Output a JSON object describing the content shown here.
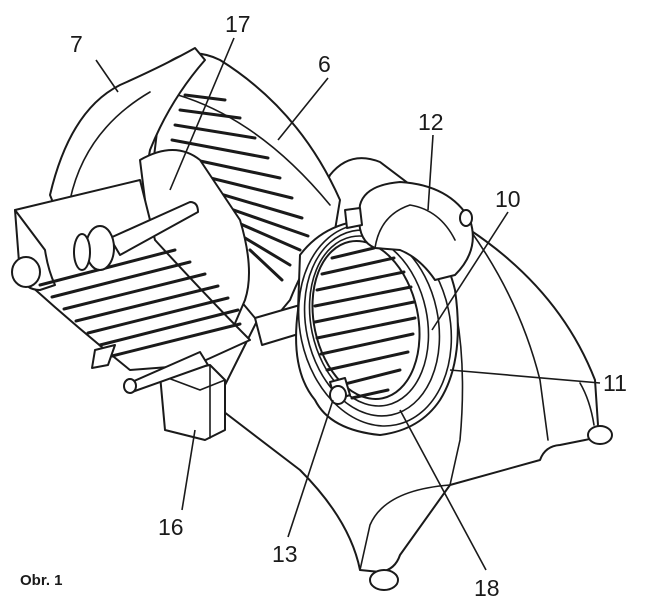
{
  "figure": {
    "caption": "Obr. 1",
    "callouts": [
      {
        "id": "c7",
        "label": "7"
      },
      {
        "id": "c17",
        "label": "17"
      },
      {
        "id": "c6",
        "label": "6"
      },
      {
        "id": "c12",
        "label": "12"
      },
      {
        "id": "c10",
        "label": "10"
      },
      {
        "id": "c11",
        "label": "11"
      },
      {
        "id": "c16",
        "label": "16"
      },
      {
        "id": "c13",
        "label": "13"
      },
      {
        "id": "c18",
        "label": "18"
      }
    ]
  }
}
